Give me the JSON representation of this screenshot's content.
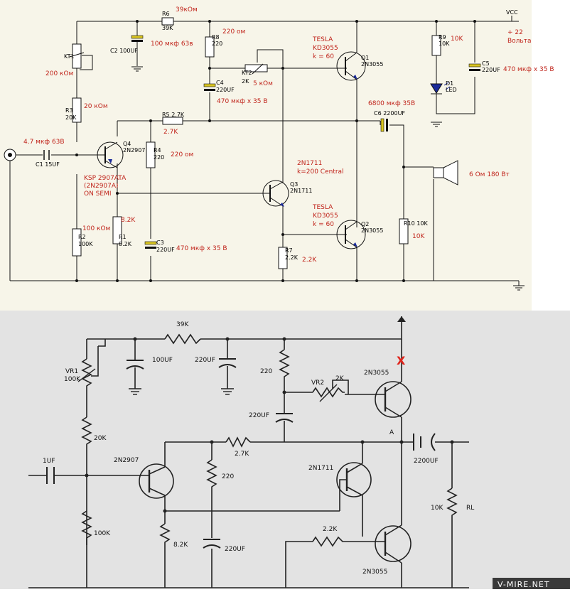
{
  "top_schematic": {
    "labels": {
      "vcc": "VCC",
      "supply": "+ 22\nВольта",
      "r6_ref": "R6",
      "r6_val": "39K",
      "r6_note": "39кОм",
      "r8_ref": "R8",
      "r8_val": "220",
      "r8_note": "220 ом",
      "c2_ref": "C2 100UF",
      "c2_note": "100 мкф 63в",
      "kt1_ref": "KT1",
      "kt1_note": "200 кОм",
      "kt2_ref": "KT2",
      "kt2_val": "2K",
      "kt2_note": "5 кОм",
      "c4_ref": "C4",
      "c4_val": "220UF",
      "c4_note": "470 мкф х 35 В",
      "r3_ref": "R3",
      "r3_val": "20K",
      "r3_note": "20 кОм",
      "r5_ref": "R5 2.7K",
      "r5_note": "2.7K",
      "r4_ref": "R4",
      "r4_val": "220",
      "r4_note": "220 ом",
      "c1_ref": "C1 15UF",
      "c1_note": "4.7 мкф 63В",
      "q4_ref": "Q4",
      "q4_val": "2N2907",
      "q4_note": "KSP 2907ATA\n(2N2907A)\nON SEMI",
      "q3_ref": "Q3",
      "q3_val": "2N1711",
      "q3_note": "2N1711\nk=200  Central",
      "q1_ref": "Q1",
      "q1_val": "2N3055",
      "q1_note": "TESLA\nKD3055\nk = 60",
      "q2_ref": "Q2",
      "q2_val": "2N3055",
      "q2_note": "TESLA\nKD3055\nk = 60",
      "r9_ref": "R9",
      "r9_val": "10K",
      "r9_note": "10K",
      "d1_ref": "D1",
      "d1_val": "LED",
      "c5_ref": "C5",
      "c5_val": "220UF",
      "c5_note": "470 мкф х 35 В",
      "c6_ref": "C6 2200UF",
      "c6_note": "6800 мкф 35В",
      "spk_note": "6 Ом 180 Вт",
      "r10_ref": "R10 10K",
      "r10_note": "10K",
      "r2_ref": "R2",
      "r2_val": "100K",
      "r2_note": "100 кОм",
      "r1_ref": "R1",
      "r1_val": "8.2K",
      "r1_note": "8.2K",
      "c3_ref": "C3",
      "c3_val": "220UF",
      "c3_note": "470 мкф х 35 В",
      "r7_ref": "R7",
      "r7_val": "2.2K",
      "r7_note": "2.2K"
    },
    "colors": {
      "background": "#f7f5e9",
      "wire": "#111111",
      "annotation": "#c0241b",
      "cap_plate": "#d8c420"
    }
  },
  "bottom_schematic": {
    "labels": {
      "r_39k": "39K",
      "c_100uf": "100UF",
      "c_220uf_top": "220UF",
      "vr1": "VR1\n100K",
      "r_20k": "20K",
      "c_1uf": "1UF",
      "r_100k": "100K",
      "t_2n2907": "2N2907",
      "r_220_a": "220",
      "c_220uf_mid": "220UF",
      "vr2": "VR2",
      "vr2_val": "2K",
      "t_2n3055_top": "2N3055",
      "mark_x": "X",
      "node_a": "A",
      "r_2_7k": "2.7K",
      "c_2200uf": "2200UF",
      "r_220_b": "220",
      "t_2n1711": "2N1711",
      "r_10k": "10K",
      "rl": "RL",
      "r_2_2k": "2.2K",
      "r_8_2k": "8.2K",
      "c_220uf_bot": "220UF",
      "t_2n3055_bot": "2N3055",
      "watermark": "V-MIRE.NET"
    },
    "colors": {
      "background": "#e3e3e3",
      "ink": "#222222",
      "mark_x": "#e0241b",
      "watermark_bg": "#3a3a3a"
    }
  }
}
